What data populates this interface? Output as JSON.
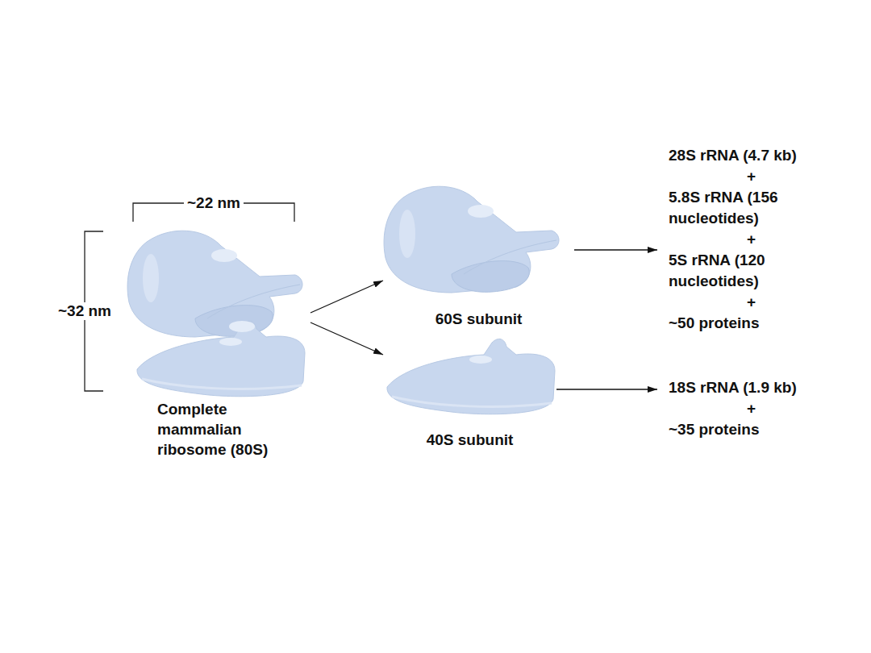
{
  "diagram": {
    "nodes": [
      {
        "text": [
          "Complete mammalian ribosome (80S)"
        ]
      },
      {
        "text": [
          "60S subunit"
        ]
      },
      {
        "text": [
          "40S subunit"
        ]
      },
      {
        "text": [
          "28S rRNA (4.7 kb)",
          "+",
          "5.8S rRNA (156 nucleotides)",
          "+",
          "5S rRNA (120 nucleotides)",
          "+",
          "~50 proteins"
        ]
      },
      {
        "text": [
          "18S rRNA (1.9 kb)",
          "+",
          "~35 proteins"
        ]
      }
    ],
    "edges": [
      {
        "from": 0,
        "to": 1,
        "arrow": "to"
      },
      {
        "from": 0,
        "to": 2,
        "arrow": "to"
      },
      {
        "from": 1,
        "to": 3,
        "arrow": "to"
      },
      {
        "from": 2,
        "to": 4,
        "arrow": "to"
      }
    ],
    "labels": [
      "~22 nm",
      "~32 nm"
    ]
  }
}
